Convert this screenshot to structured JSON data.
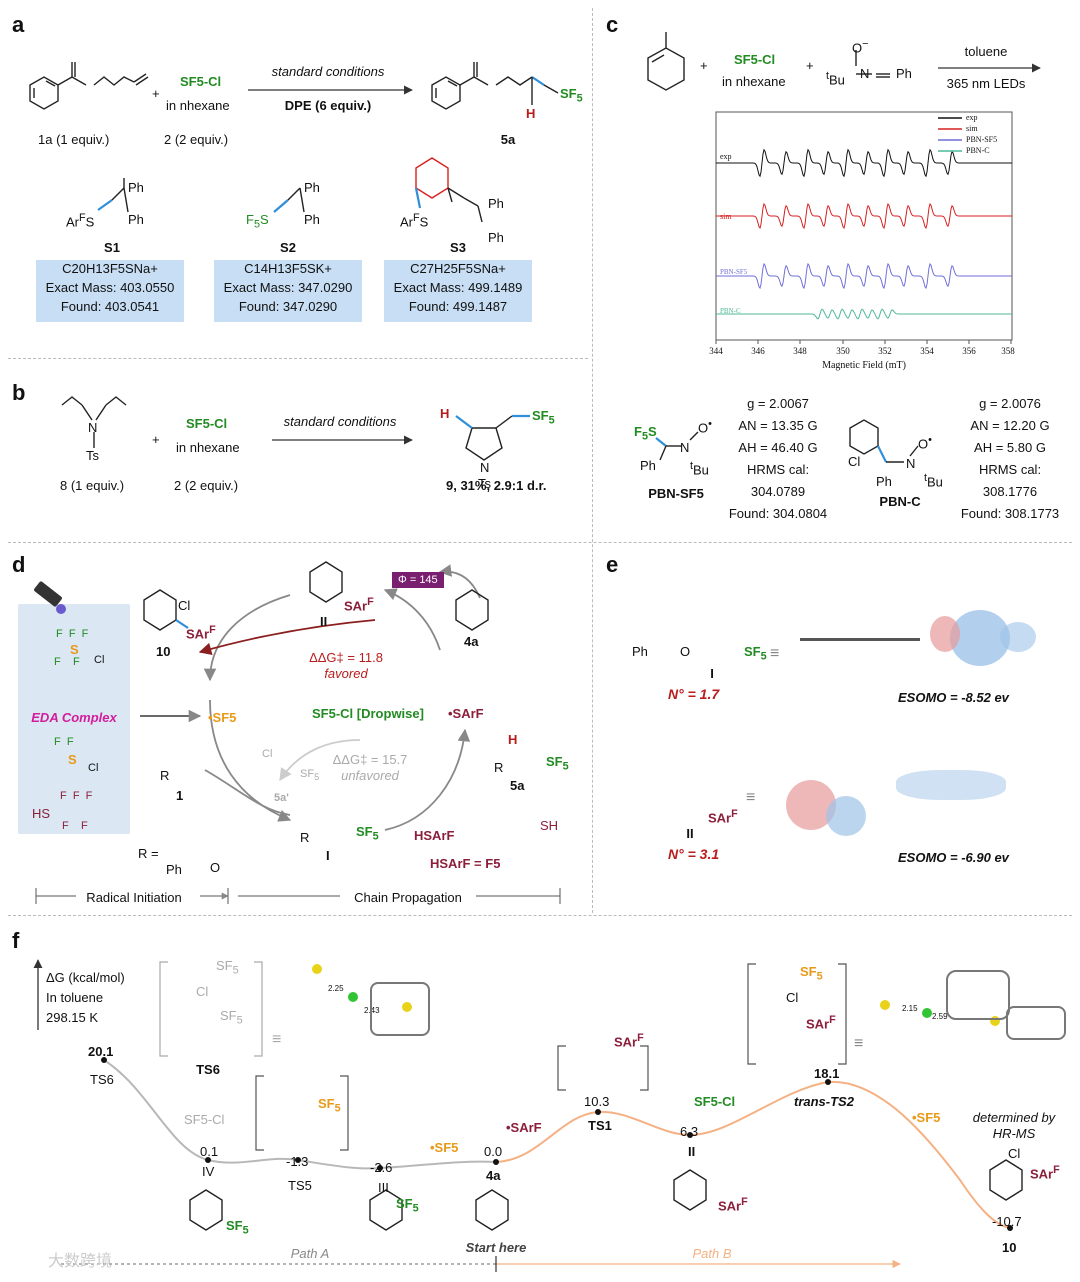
{
  "panels": {
    "a": {
      "letter": "a",
      "reagent_1a": "1a (1 equiv.)",
      "reagent_2_name": "SF5-Cl",
      "reagent_2_solvent": "in nhexane",
      "reagent_2_equiv": "2 (2 equiv.)",
      "arrow_top": "standard conditions",
      "arrow_bottom": "DPE (6 equiv.)",
      "product": "5a",
      "s_labels": [
        "S1",
        "S2",
        "S3"
      ],
      "mass_boxes": [
        {
          "formula": "C20H13F5SNa+",
          "exact": "Exact Mass: 403.0550",
          "found": "Found: 403.0541"
        },
        {
          "formula": "C14H13F5SK+",
          "exact": "Exact Mass: 347.0290",
          "found": "Found: 347.0290"
        },
        {
          "formula": "C27H25F5SNa+",
          "exact": "Exact Mass: 499.1489",
          "found": "Found: 499.1487"
        }
      ]
    },
    "b": {
      "letter": "b",
      "reagent_8": "8 (1 equiv.)",
      "reagent_2_name": "SF5-Cl",
      "reagent_2_solvent": "in nhexane",
      "reagent_2_equiv": "2 (2 equiv.)",
      "arrow_top": "standard conditions",
      "product": "9, 31%, 2.9:1 d.r."
    },
    "c": {
      "letter": "c",
      "reagent_name": "SF5-Cl",
      "reagent_solvent": "in nhexane",
      "arrow_top": "toluene",
      "arrow_bottom": "365 nm LEDs",
      "legend": [
        "exp",
        "sim",
        "PBN-SF5",
        "PBN-C"
      ],
      "trace_labels": [
        "exp",
        "sim",
        "PBN-SF5",
        "PBN-C"
      ],
      "x_ticks": [
        "344",
        "346",
        "348",
        "350",
        "352",
        "354",
        "356",
        "358"
      ],
      "x_label": "Magnetic Field (mT)",
      "pbn_sf5": {
        "name": "PBN-SF5",
        "g": "g = 2.0067",
        "AN": "AN = 13.35 G",
        "AH": "AH = 46.40 G",
        "hrms": "HRMS cal:",
        "cal": "304.0789",
        "found": "Found: 304.0804"
      },
      "pbn_c": {
        "name": "PBN-C",
        "g": "g = 2.0076",
        "AN": "AN = 12.20 G",
        "AH": "AH = 5.80 G",
        "hrms": "HRMS cal:",
        "cal": "308.1776",
        "found": "Found: 308.1773"
      }
    },
    "d": {
      "letter": "d",
      "eda": "EDA Complex",
      "product_10": "10",
      "int_II": "II",
      "phi": "Φ = 145",
      "reagent_4a": "4a",
      "ddg_favored": "ΔΔG‡ = 11.8",
      "favored": "favored",
      "sf5_radical": "•SF5",
      "sf5cl_dropwise": "SF5-Cl [Dropwise]",
      "sar_radical": "•SArF",
      "ddg_unfavored": "ΔΔG‡ = 15.7",
      "unfavored": "unfavored",
      "int_5a_prime": "5a'",
      "alkene": "1",
      "int_I": "I",
      "hsar": "HSArF",
      "product_5a": "5a",
      "r_def": "R =",
      "hsar_def": "HSArF = F5",
      "radical_initiation": "Radical Initiation",
      "chain_propagation": "Chain Propagation"
    },
    "e": {
      "letter": "e",
      "int_I": "I",
      "n_I": "N° = 1.7",
      "esomo_I": "ESOMO = -8.52 ev",
      "int_II": "II",
      "n_II": "N° = 3.1",
      "esomo_II": "ESOMO = -6.90 ev"
    },
    "f": {
      "letter": "f",
      "axis_label": "ΔG (kcal/mol)",
      "solvent": "In toluene",
      "temperature": "298.15 K",
      "ts6": "TS6",
      "ts5": "TS5",
      "ts1": "TS1",
      "trans_ts2": "trans-TS2",
      "sf5cl_left": "SF5-Cl",
      "sf5cl_right": "SF5-Cl",
      "sar_radical": "•SArF",
      "sf5_radical_left": "•SF5",
      "sf5_radical_right": "•SF5",
      "determined": "determined by",
      "hrms": "HR-MS",
      "path_a": "Path A",
      "path_b": "Path B",
      "start_here": "Start here",
      "dist_ts6_a": "2.25",
      "dist_ts6_b": "2.43",
      "dist_ts2_a": "2.15",
      "dist_ts2_b": "2.59",
      "points": [
        {
          "label": "TS6",
          "value": "20.1"
        },
        {
          "label": "IV",
          "value": "0.1"
        },
        {
          "label": "TS5",
          "value": "-1.3"
        },
        {
          "label": "III",
          "value": "-2.6"
        },
        {
          "label": "4a",
          "value": "0.0"
        },
        {
          "label": "TS1",
          "value": "10.3"
        },
        {
          "label": "II",
          "value": "6.3"
        },
        {
          "label": "trans-TS2",
          "value": "18.1"
        },
        {
          "label": "10",
          "value": "-10.7"
        }
      ],
      "watermark": "大数跨境"
    }
  },
  "colors": {
    "exp": "#111111",
    "sim": "#d62020",
    "pbn_sf5": "#6f6fd8",
    "pbn_c": "#4fb89a",
    "path_a": "#b8b8b8",
    "path_b": "#f4b183",
    "sf5_green": "#228b22",
    "sf5_orange": "#e89a1a",
    "maroon": "#8b1f3b",
    "blue_box": "#c7def4",
    "eda_box": "#dbe7f3",
    "phi_badge": "#7a1f70"
  }
}
